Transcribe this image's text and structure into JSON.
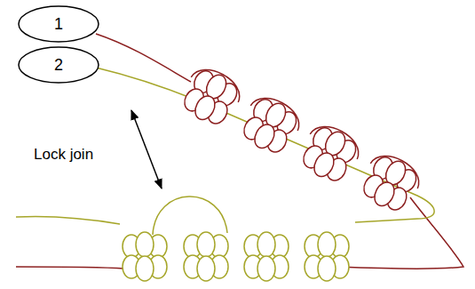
{
  "diagram": {
    "nodes": [
      {
        "text": [
          "1"
        ]
      },
      {
        "text": [
          "2"
        ]
      }
    ],
    "labels": [
      "Lock join"
    ]
  }
}
